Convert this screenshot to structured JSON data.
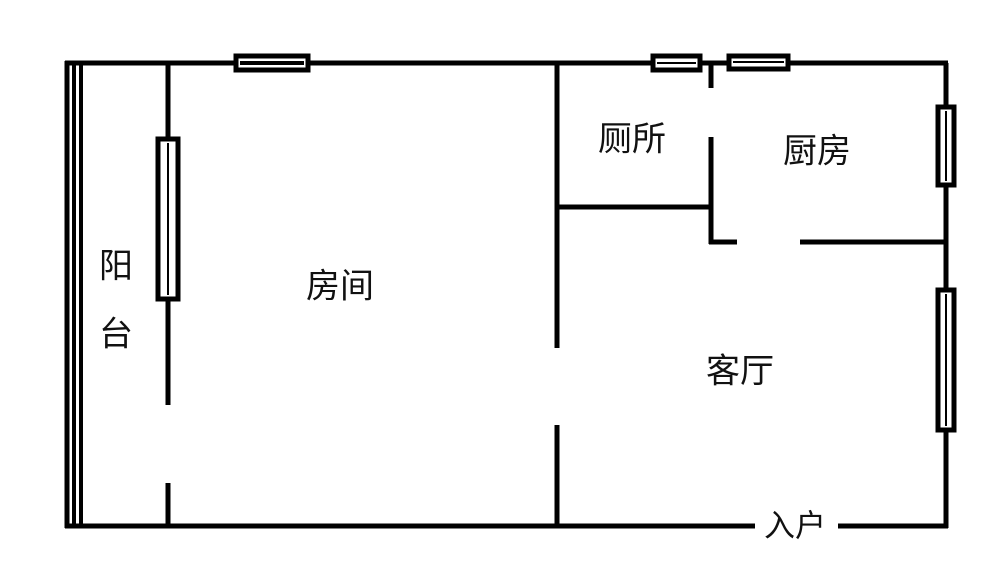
{
  "title": "户型图",
  "rooms": {
    "balcony_1": "阳",
    "balcony_2": "台",
    "bedroom": "房间",
    "toilet": "厕所",
    "kitchen": "厨房",
    "living_room": "客厅",
    "entrance": "入户"
  },
  "colors": {
    "wall": "#000000",
    "background": "#ffffff"
  }
}
